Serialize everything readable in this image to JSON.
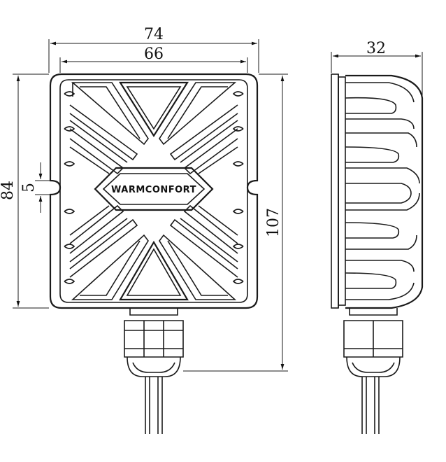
{
  "brand": "WARMCONFORT",
  "dimensions": {
    "width_overall": "74",
    "width_inner": "66",
    "height_body": "84",
    "slot": "5",
    "height_total": "107",
    "depth": "32"
  },
  "icons": {
    "dimension_arrows": "arrow-icon"
  }
}
